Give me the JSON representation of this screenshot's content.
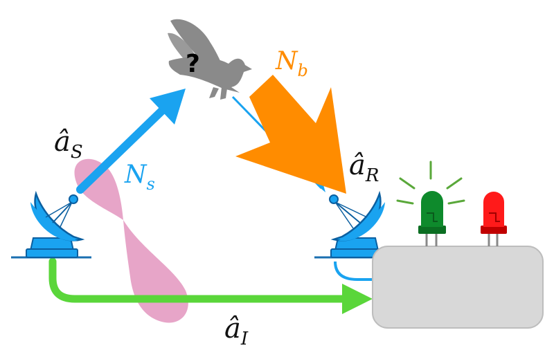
{
  "colors": {
    "signal_blue": "#1aa3f0",
    "background_orange": "#ff8c00",
    "idler_green": "#5ad63a",
    "entanglement_pink": "#d35b9a",
    "led_green": "#0e8a2c",
    "led_red": "#ff1a1a",
    "detector_box": "#d8d8d8",
    "bird_gray": "#8a8a8a"
  },
  "labels": {
    "signal_mode": {
      "base": "â",
      "sub": "S"
    },
    "return_mode": {
      "base": "â",
      "sub": "R"
    },
    "idler_mode": {
      "base": "â",
      "sub": "I"
    },
    "signal_noise": {
      "base": "N",
      "sub": "s"
    },
    "background_noise": {
      "base": "N",
      "sub": "b"
    },
    "target_unknown": "?"
  },
  "icons": {
    "transmitter": "satellite-dish-icon",
    "receiver": "satellite-dish-icon",
    "target": "bird-silhouette-icon",
    "led_detected": "green-led-icon",
    "led_not_detected": "red-led-icon"
  }
}
